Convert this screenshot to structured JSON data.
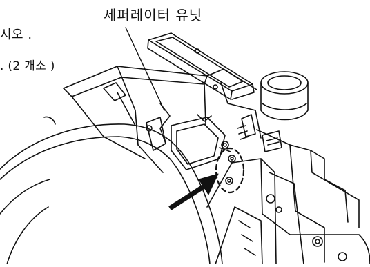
{
  "callout": {
    "label": "세퍼레이터 유닛"
  },
  "instructions": {
    "line1": "시오 .",
    "line2": ". (2 개소 )"
  },
  "colors": {
    "line": "#111111",
    "paper": "#ffffff"
  },
  "icons": {
    "indicator": "arrow-icon",
    "highlight": "dashed-circle-icon"
  }
}
